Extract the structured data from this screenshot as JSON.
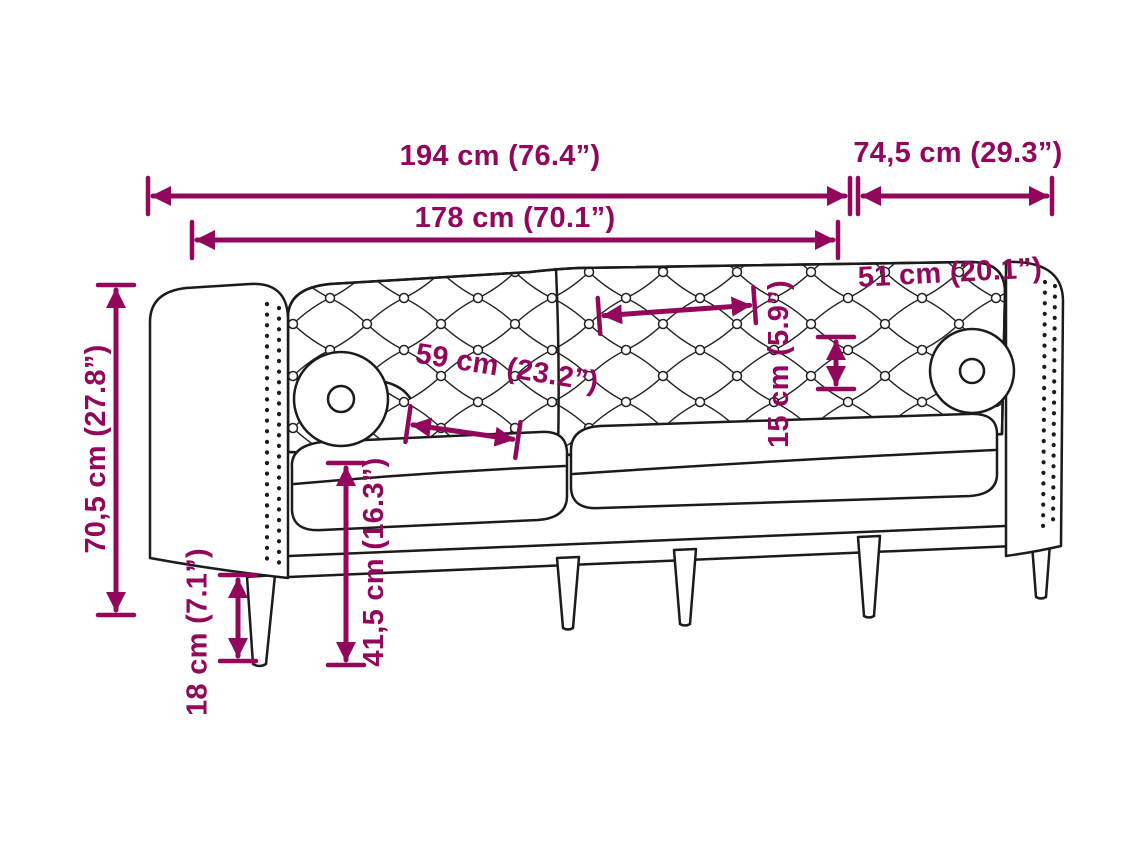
{
  "colors": {
    "accent": "#92075C",
    "line": "#1b1b1b",
    "background": "#ffffff"
  },
  "diagram": {
    "type": "product-dimension-diagram",
    "subject": "chesterfield-sofa-with-bolster-cushions-line-drawing",
    "dimensions": {
      "total_width": "194 cm (76.4”)",
      "total_depth": "74,5 cm (29.3”)",
      "inner_width": "178 cm (70.1”)",
      "back_height": "51 cm (20.1”)",
      "seat_depth": "59 cm (23.2”)",
      "cushion_thickness": "15 cm (5.9”)",
      "total_height": "70,5 cm (27.8”)",
      "seat_height": "41,5 cm (16.3”)",
      "leg_height": "18 cm (7.1”)"
    }
  }
}
